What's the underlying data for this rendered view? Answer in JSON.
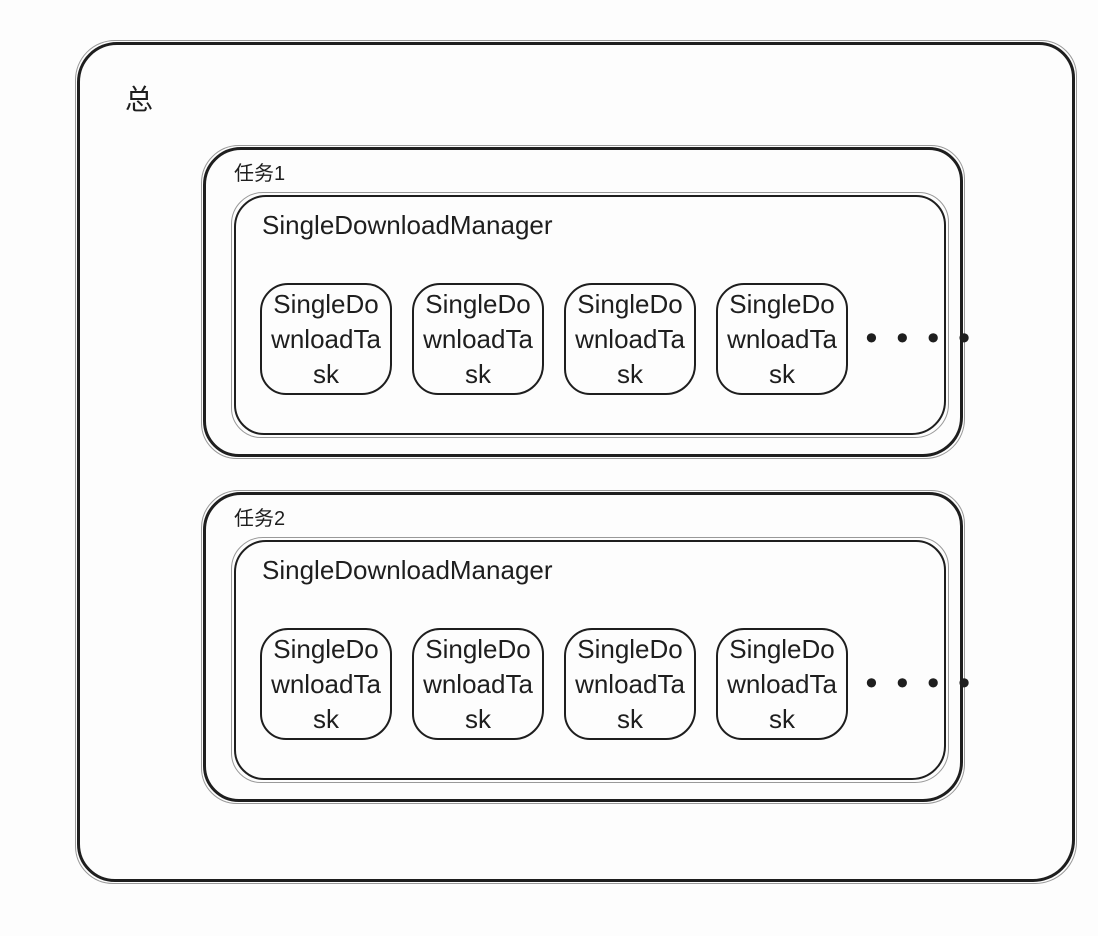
{
  "colors": {
    "ink": "#1e1e1e",
    "background": "#fdfdfd"
  },
  "diagram": {
    "root_label": "总",
    "groups": [
      {
        "label": "任务1",
        "manager_label": "SingleDownloadManager",
        "tasks": [
          "SingleDownloadTask",
          "SingleDownloadTask",
          "SingleDownloadTask",
          "SingleDownloadTask"
        ],
        "ellipsis": "••••"
      },
      {
        "label": "任务2",
        "manager_label": "SingleDownloadManager",
        "tasks": [
          "SingleDownloadTask",
          "SingleDownloadTask",
          "SingleDownloadTask",
          "SingleDownloadTask"
        ],
        "ellipsis": "••••"
      }
    ]
  }
}
